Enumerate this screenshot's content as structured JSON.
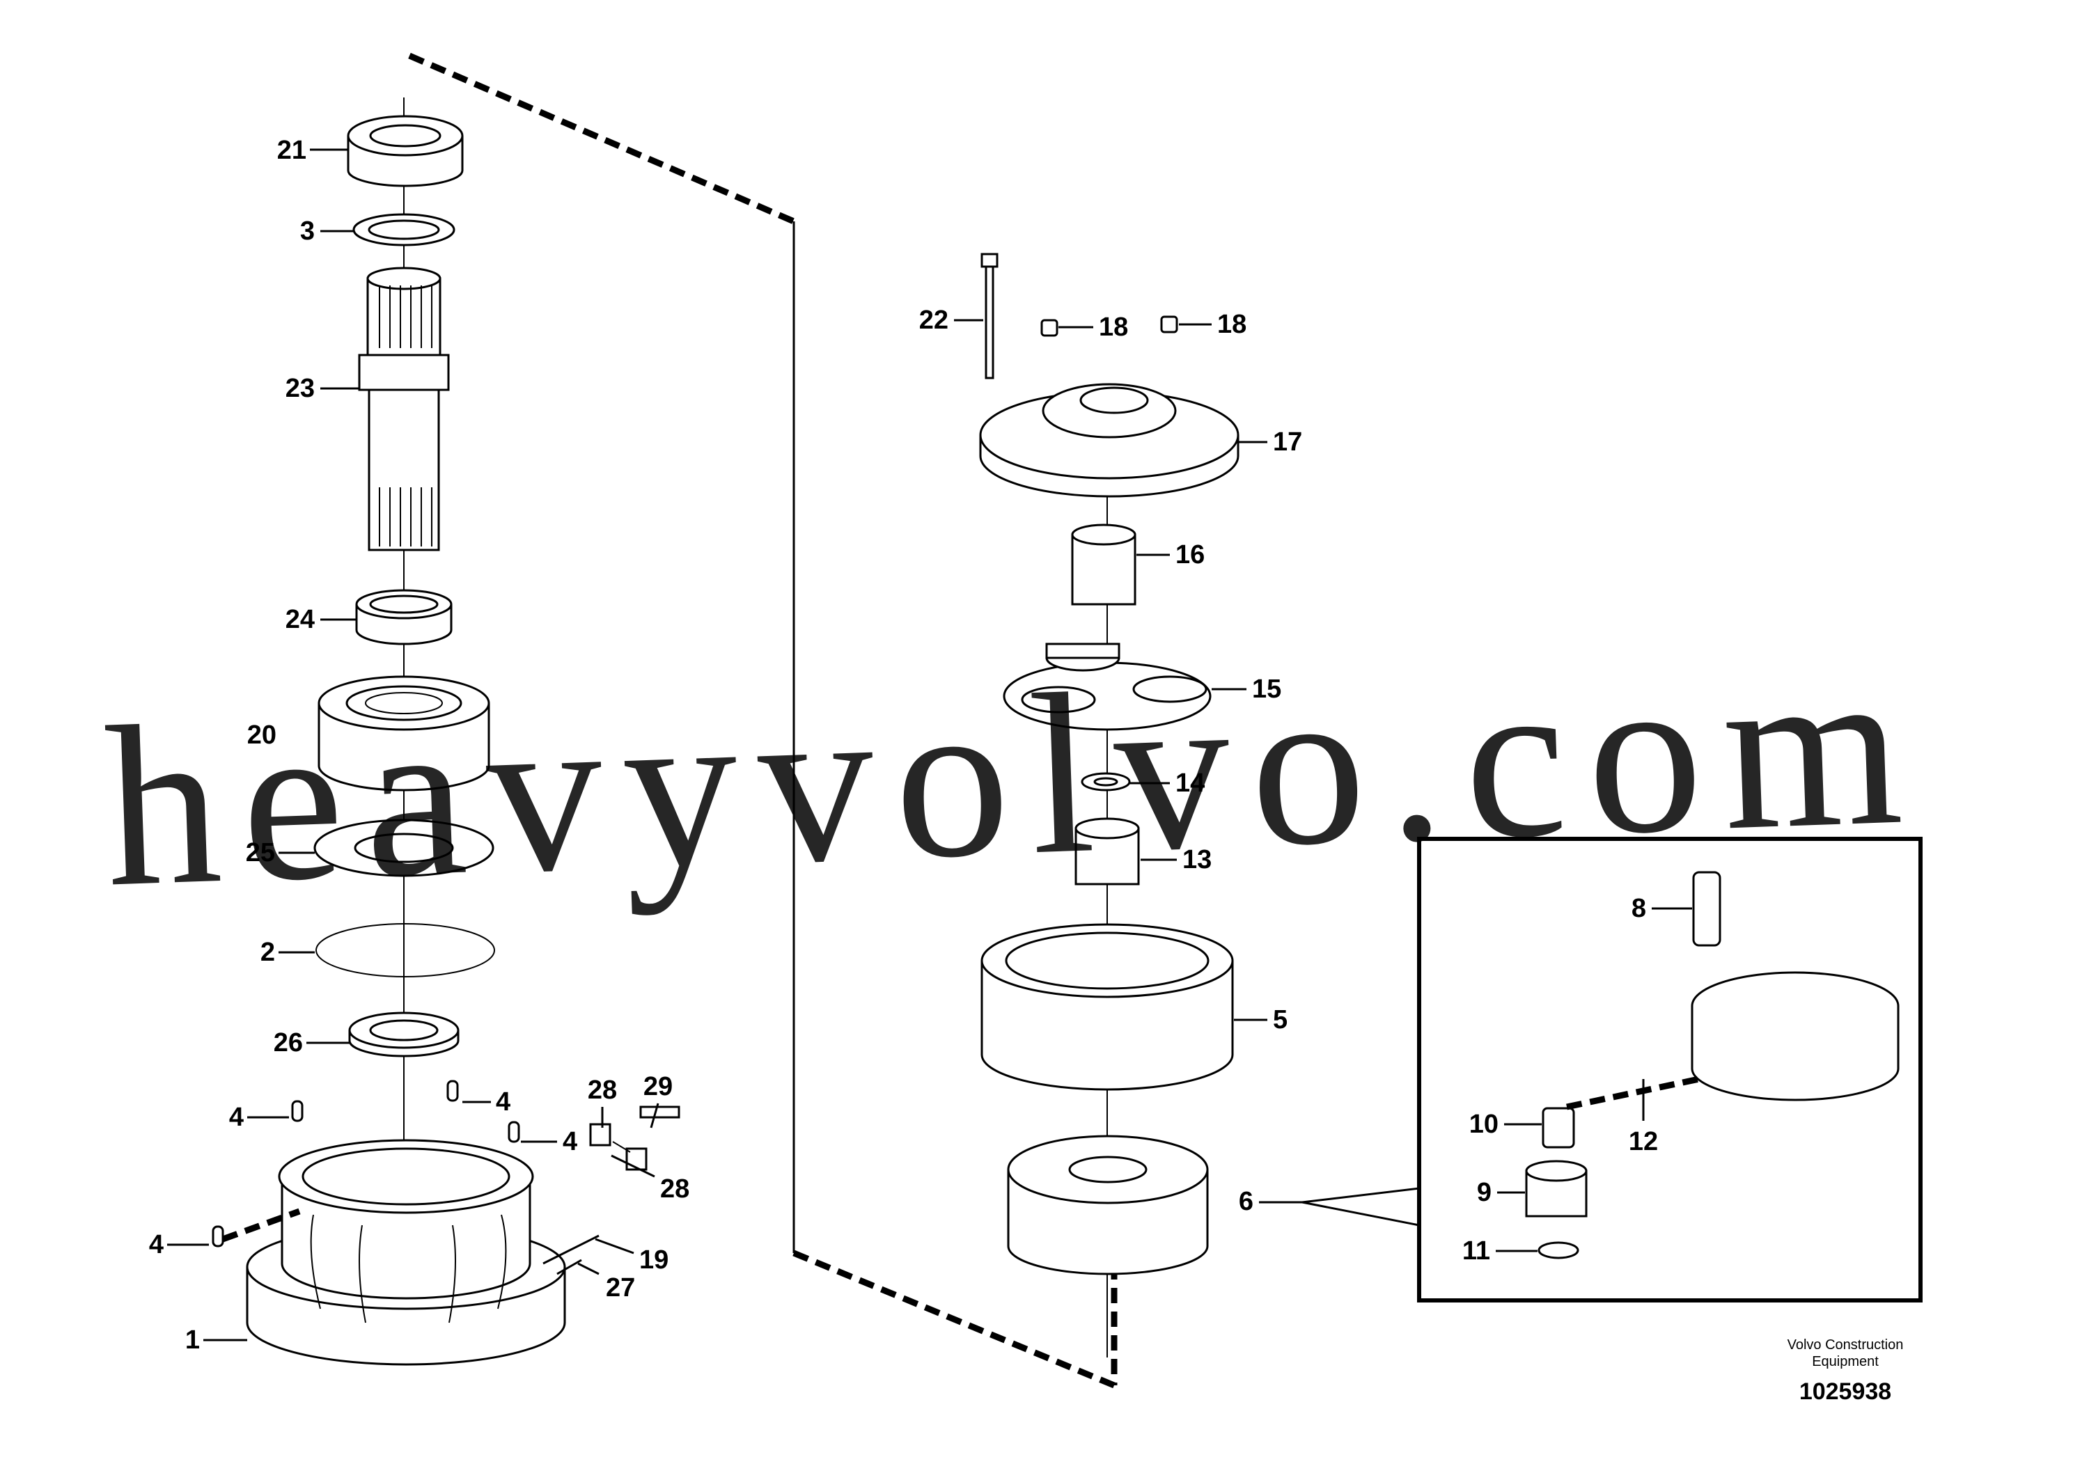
{
  "watermark": "heavyvolvo.com",
  "footer": {
    "company_line1": "Volvo Construction",
    "company_line2": "Equipment",
    "drawing_number": "1025938"
  },
  "callouts": {
    "c1": "1",
    "c2": "2",
    "c3": "3",
    "c4a": "4",
    "c4b": "4",
    "c4c": "4",
    "c4d": "4",
    "c5": "5",
    "c6": "6",
    "c8": "8",
    "c9": "9",
    "c10": "10",
    "c11": "11",
    "c12": "12",
    "c13": "13",
    "c14": "14",
    "c15": "15",
    "c16": "16",
    "c17": "17",
    "c18a": "18",
    "c18b": "18",
    "c19": "19",
    "c20": "20",
    "c21": "21",
    "c22": "22",
    "c23": "23",
    "c24": "24",
    "c25": "25",
    "c26": "26",
    "c27": "27",
    "c28a": "28",
    "c28b": "28",
    "c29": "29"
  }
}
